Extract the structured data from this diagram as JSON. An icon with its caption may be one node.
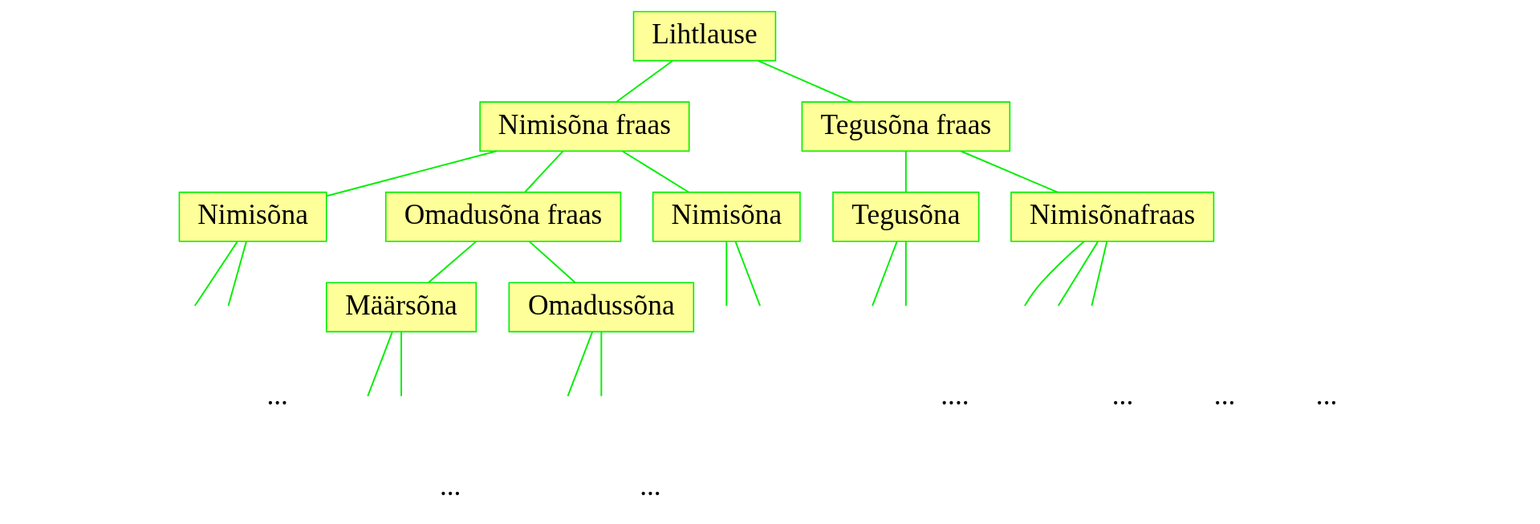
{
  "diagram": {
    "nodes": [
      {
        "text": [
          "Lihtlause"
        ]
      },
      {
        "text": [
          "Nimisõna fraas"
        ]
      },
      {
        "text": [
          "Tegusõna fraas"
        ]
      },
      {
        "text": [
          "Nimisõna"
        ]
      },
      {
        "text": [
          "Omadusõna fraas"
        ]
      },
      {
        "text": [
          "Nimisõna"
        ]
      },
      {
        "text": [
          "Tegusõna"
        ]
      },
      {
        "text": [
          "Nimisõnafraas"
        ]
      },
      {
        "text": [
          "Määrsõna"
        ]
      },
      {
        "text": [
          "Omadussõna"
        ]
      }
    ],
    "edges": [
      {
        "from": 0,
        "to": 1,
        "arrow": "none"
      },
      {
        "from": 0,
        "to": 2,
        "arrow": "none"
      },
      {
        "from": 1,
        "to": 3,
        "arrow": "none"
      },
      {
        "from": 1,
        "to": 4,
        "arrow": "none"
      },
      {
        "from": 1,
        "to": 5,
        "arrow": "none"
      },
      {
        "from": 2,
        "to": 6,
        "arrow": "none"
      },
      {
        "from": 2,
        "to": 7,
        "arrow": "none"
      },
      {
        "from": 3,
        "to": null,
        "arrow": "none"
      },
      {
        "from": 3,
        "to": null,
        "arrow": "none"
      },
      {
        "from": 4,
        "to": 8,
        "arrow": "none"
      },
      {
        "from": 4,
        "to": 9,
        "arrow": "none"
      },
      {
        "from": 5,
        "to": null,
        "arrow": "none"
      },
      {
        "from": 5,
        "to": null,
        "arrow": "none"
      },
      {
        "from": 6,
        "to": null,
        "arrow": "none"
      },
      {
        "from": 6,
        "to": null,
        "arrow": "none"
      },
      {
        "from": 7,
        "to": null,
        "arrow": "none"
      },
      {
        "from": 7,
        "to": null,
        "arrow": "none"
      },
      {
        "from": 7,
        "to": null,
        "arrow": "none"
      },
      {
        "from": 8,
        "to": null,
        "arrow": "none"
      },
      {
        "from": 8,
        "to": null,
        "arrow": "none"
      },
      {
        "from": 9,
        "to": null,
        "arrow": "none"
      },
      {
        "from": 9,
        "to": null,
        "arrow": "none"
      }
    ],
    "labels": [
      "...",
      "....",
      "...",
      "...",
      "...",
      "...",
      "..."
    ]
  }
}
